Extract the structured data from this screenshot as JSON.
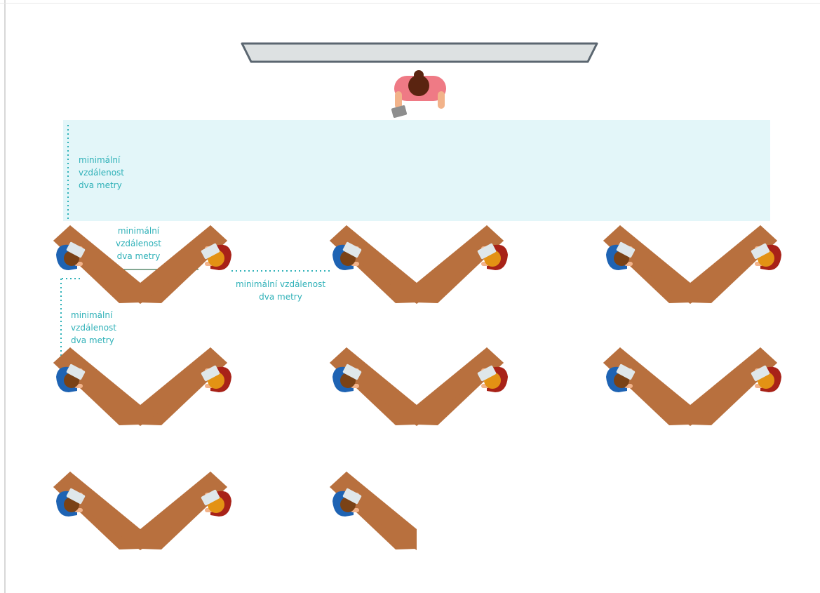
{
  "colors": {
    "zone": "#e3f6f9",
    "text": "#2fb1b8",
    "desk": "#b8703e",
    "blue_chair": "#1e63b3",
    "red_chair": "#a82218",
    "orange_hair": "#e39214",
    "brown_hair": "#7a4216",
    "board_fill": "#dde1e2",
    "board_stroke": "#5b6670",
    "teacher_shirt": "#ef7a85",
    "teacher_hair": "#5a2410"
  },
  "labels": {
    "front_distance": "minimální\nvzdálenost\ndva metry",
    "pair_distance": "minimální\nvzdálenost\ndva metry",
    "row_distance": "minimální\nvzdálenost\ndva metry",
    "group_distance": "minimální vzdálenost\ndva metry"
  },
  "groups": [
    {
      "kind": "pair"
    },
    {
      "kind": "pair"
    },
    {
      "kind": "pair"
    },
    {
      "kind": "pair"
    },
    {
      "kind": "pair"
    },
    {
      "kind": "pair"
    },
    {
      "kind": "pair"
    },
    {
      "kind": "single"
    }
  ]
}
